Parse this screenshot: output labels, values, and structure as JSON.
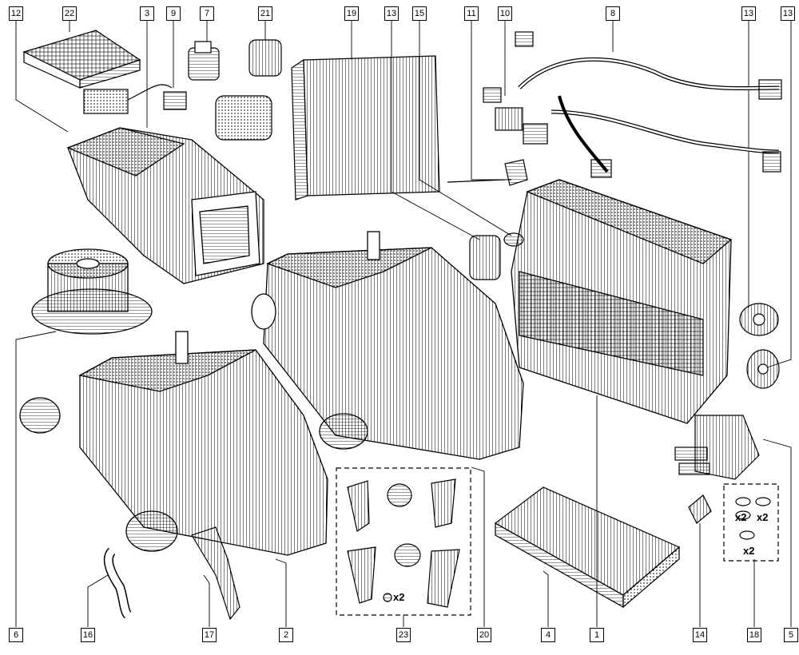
{
  "diagram": {
    "callouts": {
      "c22": "22",
      "c3": "3",
      "c9": "9",
      "c7": "7",
      "c21": "21",
      "c19": "19",
      "c13a": "13",
      "c15": "15",
      "c11": "11",
      "c10": "10",
      "c8": "8",
      "c13b": "13",
      "c13c": "13",
      "c12": "12",
      "c6": "6",
      "c16": "16",
      "c17": "17",
      "c2": "2",
      "c23": "23",
      "c20": "20",
      "c4": "4",
      "c1": "1",
      "c14": "14",
      "c18": "18",
      "c5": "5"
    },
    "multipliers": {
      "m23": "x2",
      "m18a": "x2",
      "m18b": "x2",
      "m18c": "x2"
    }
  }
}
